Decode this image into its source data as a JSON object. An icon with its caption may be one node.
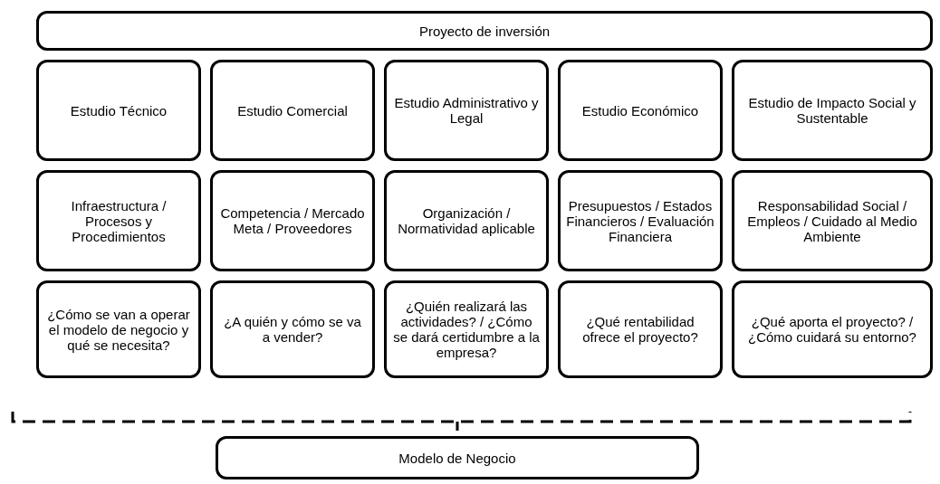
{
  "diagram": {
    "nodes": [
      {
        "text": [
          "Proyecto de inversión"
        ]
      },
      {
        "text": [
          "Estudio Técnico"
        ]
      },
      {
        "text": [
          "Estudio Comercial"
        ]
      },
      {
        "text": [
          "Estudio Administrativo y Legal"
        ]
      },
      {
        "text": [
          "Estudio Económico"
        ]
      },
      {
        "text": [
          "Estudio de Impacto Social y Sustentable"
        ]
      },
      {
        "text": [
          "Infraestructura / Procesos y Procedimientos"
        ]
      },
      {
        "text": [
          "Competencia / Mercado Meta / Proveedores"
        ]
      },
      {
        "text": [
          "Organización / Normatividad aplicable"
        ]
      },
      {
        "text": [
          "Presupuestos / Estados Financieros / Evaluación Financiera"
        ]
      },
      {
        "text": [
          "Responsabilidad Social / Empleos / Cuidado al Medio Ambiente"
        ]
      },
      {
        "text": [
          "¿Cómo se van a operar el modelo de negocio y qué se necesita?"
        ]
      },
      {
        "text": [
          "¿A quién y cómo se va a vender?"
        ]
      },
      {
        "text": [
          "¿Quién realizará las actividades? / ¿Cómo se dará certidumbre a la empresa?"
        ]
      },
      {
        "text": [
          "¿Qué rentabilidad ofrece el proyecto?"
        ]
      },
      {
        "text": [
          "¿Qué aporta el proyecto? / ¿Cómo cuidará su entorno?"
        ]
      },
      {
        "text": [
          "Modelo de Negocio"
        ]
      }
    ]
  }
}
